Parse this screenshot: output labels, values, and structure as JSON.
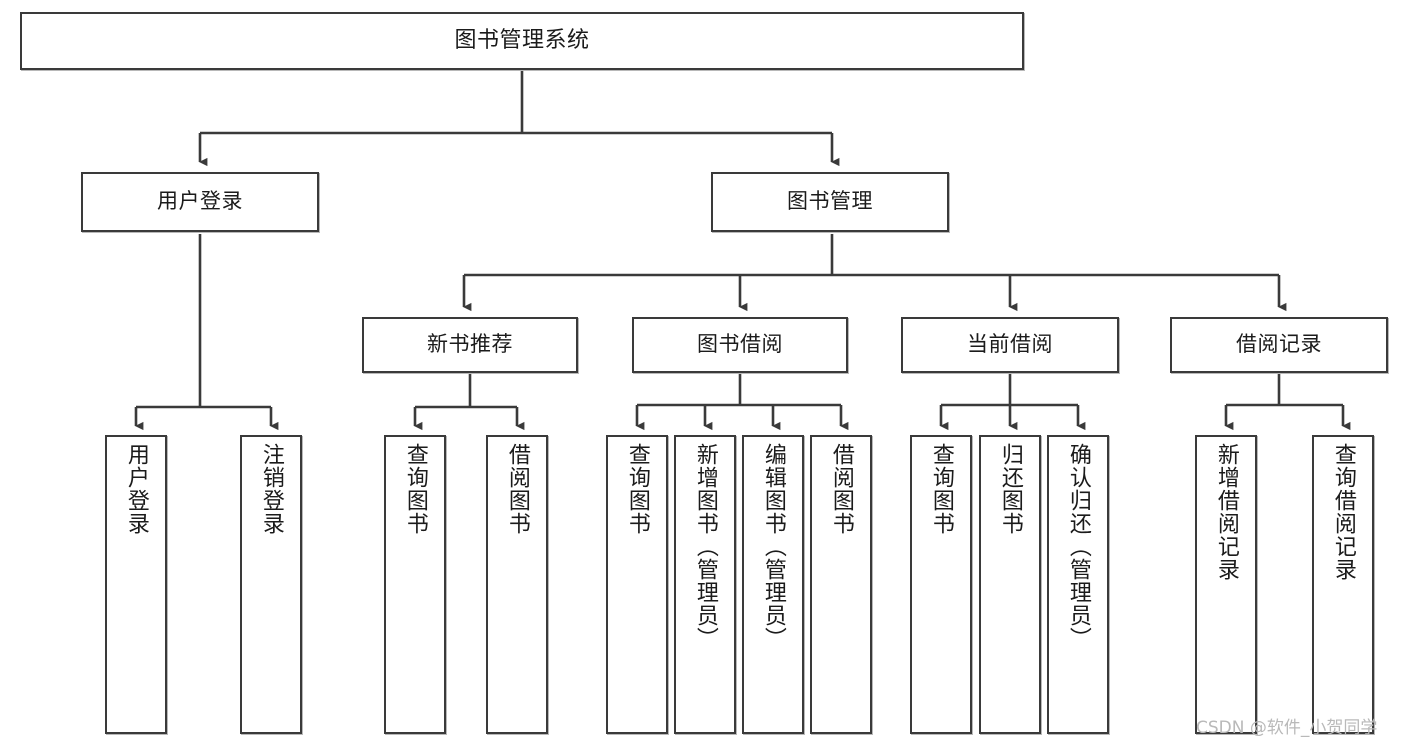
{
  "diagram": {
    "title": "图书管理系统",
    "type": "tree",
    "orientation": "top-down",
    "colors": {
      "node_border": "#3a3a3a",
      "node_fill": "#ffffff",
      "edge": "#3a3a3a",
      "text": "#1b1b1b",
      "watermark": "#b9b9b9"
    },
    "root": {
      "label": "图书管理系统"
    },
    "level2": [
      {
        "label": "用户登录"
      },
      {
        "label": "图书管理"
      }
    ],
    "level3": [
      {
        "label": "新书推荐"
      },
      {
        "label": "图书借阅"
      },
      {
        "label": "当前借阅"
      },
      {
        "label": "借阅记录"
      }
    ],
    "leaves": {
      "user_login": [
        {
          "label": "用户登录"
        },
        {
          "label": "注销登录"
        }
      ],
      "new_book_recommend": [
        {
          "label": "查询图书"
        },
        {
          "label": "借阅图书"
        }
      ],
      "book_borrow": [
        {
          "label": "查询图书"
        },
        {
          "label": "新增图书（管理员）"
        },
        {
          "label": "编辑图书（管理员）"
        },
        {
          "label": "借阅图书"
        }
      ],
      "current_borrow": [
        {
          "label": "查询图书"
        },
        {
          "label": "归还图书"
        },
        {
          "label": "确认归还（管理员）"
        }
      ],
      "borrow_record": [
        {
          "label": "新增借阅记录"
        },
        {
          "label": "查询借阅记录"
        }
      ]
    },
    "watermark": "CSDN @软件_小贺同学"
  }
}
